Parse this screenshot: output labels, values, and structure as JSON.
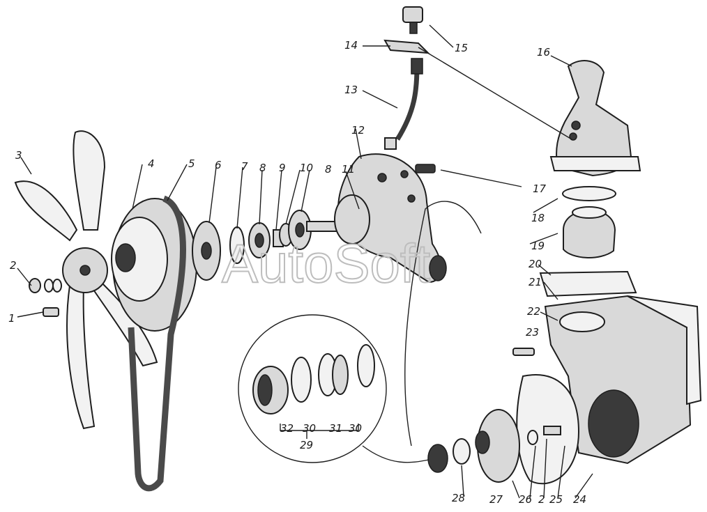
{
  "watermark": "AutoSoft",
  "callouts": [
    {
      "id": "c1",
      "text": "1"
    },
    {
      "id": "c2",
      "text": "2"
    },
    {
      "id": "c3",
      "text": "3"
    },
    {
      "id": "c4",
      "text": "4"
    },
    {
      "id": "c5",
      "text": "5"
    },
    {
      "id": "c6",
      "text": "6"
    },
    {
      "id": "c7",
      "text": "7"
    },
    {
      "id": "c8a",
      "text": "8"
    },
    {
      "id": "c9",
      "text": "9"
    },
    {
      "id": "c10",
      "text": "10"
    },
    {
      "id": "c8b",
      "text": "8"
    },
    {
      "id": "c11",
      "text": "11"
    },
    {
      "id": "c12",
      "text": "12"
    },
    {
      "id": "c13",
      "text": "13"
    },
    {
      "id": "c14",
      "text": "14"
    },
    {
      "id": "c15",
      "text": "15"
    },
    {
      "id": "c16",
      "text": "16"
    },
    {
      "id": "c17",
      "text": "17"
    },
    {
      "id": "c18",
      "text": "18"
    },
    {
      "id": "c19",
      "text": "19"
    },
    {
      "id": "c20",
      "text": "20"
    },
    {
      "id": "c21",
      "text": "21"
    },
    {
      "id": "c22",
      "text": "22"
    },
    {
      "id": "c23",
      "text": "23"
    },
    {
      "id": "c24",
      "text": "24"
    },
    {
      "id": "c25",
      "text": "25"
    },
    {
      "id": "c2b",
      "text": "2"
    },
    {
      "id": "c26",
      "text": "26"
    },
    {
      "id": "c27",
      "text": "27"
    },
    {
      "id": "c28",
      "text": "28"
    },
    {
      "id": "c29",
      "text": "29"
    },
    {
      "id": "c32",
      "text": "32"
    },
    {
      "id": "c30a",
      "text": "30"
    },
    {
      "id": "c31",
      "text": "31"
    },
    {
      "id": "c30b",
      "text": "30"
    }
  ]
}
